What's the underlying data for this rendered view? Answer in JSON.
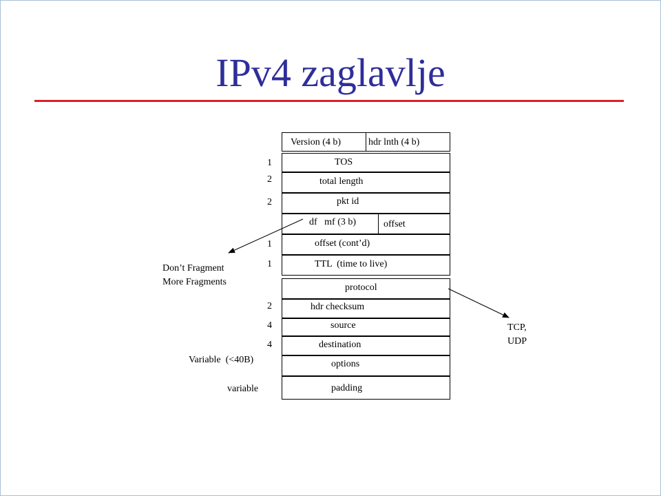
{
  "slide": {
    "title": "IPv4 zaglavlje",
    "accent_color": "#2e2e9a",
    "rule_color": "#d9202a"
  },
  "header_fields": {
    "version": "Version (4 b)",
    "hdr_length": "hdr lnth (4 b)",
    "tos": "TOS",
    "total_length": "total length",
    "pkt_id": "pkt id",
    "flags": "df   mf (3 b)",
    "offset": "offset",
    "offset_cont": "offset (cont’d)",
    "ttl": "TTL  (time to live)",
    "protocol": "protocol",
    "hdr_checksum": "hdr checksum",
    "source": "source",
    "destination": "destination",
    "options": "options",
    "padding": "padding"
  },
  "byte_sizes": {
    "tos": "1",
    "total_length": "2",
    "pkt_id": "2",
    "offset_cont": "1",
    "ttl": "1",
    "hdr_checksum": "2",
    "source": "4",
    "destination": "4",
    "options": "Variable  (<40B)",
    "padding": "variable"
  },
  "annotations": {
    "flags_note_line1": "Don’t Fragment",
    "flags_note_line2": "More Fragments",
    "protocol_note_line1": "TCP,",
    "protocol_note_line2": "UDP"
  }
}
